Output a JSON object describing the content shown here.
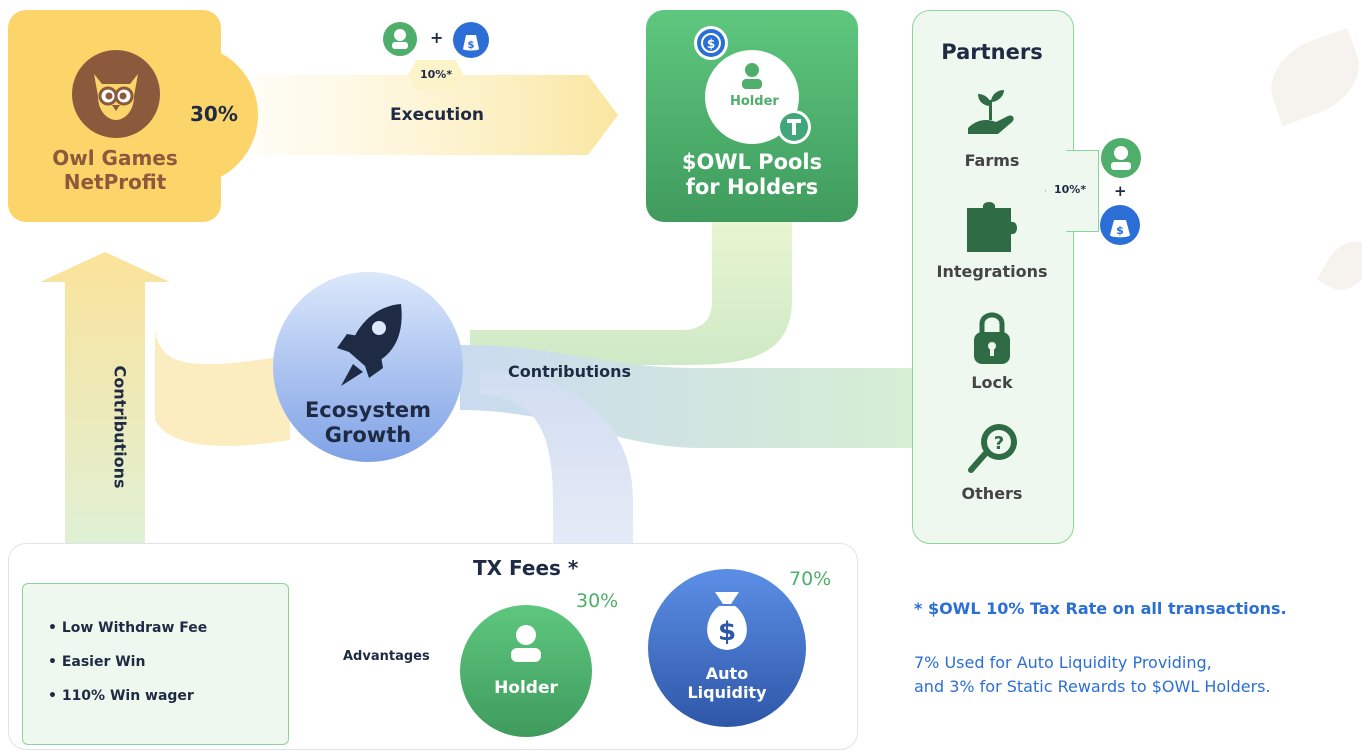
{
  "owl_card": {
    "line1": "Owl Games",
    "line2": "NetProfit",
    "percent": "30%"
  },
  "execution": {
    "label": "Execution",
    "badge": "10%*",
    "plus": "+"
  },
  "pools": {
    "holder_label": "Holder",
    "title_line1": "$OWL Pools",
    "title_line2": "for Holders"
  },
  "partners": {
    "title": "Partners",
    "items": [
      {
        "label": "Farms",
        "icon": "hand-plant-icon"
      },
      {
        "label": "Integrations",
        "icon": "puzzle-icon"
      },
      {
        "label": "Lock",
        "icon": "padlock-icon"
      },
      {
        "label": "Others",
        "icon": "question-search-icon"
      }
    ],
    "badge": "10%*",
    "plus": "+"
  },
  "ecosystem": {
    "line1": "Ecosystem",
    "line2": "Growth",
    "contributions_right": "Contributions",
    "contributions_left": "Contributions"
  },
  "tx": {
    "title": "TX Fees *",
    "holder_percent": "30%",
    "holder_label": "Holder",
    "auto_percent": "70%",
    "auto_line1": "Auto",
    "auto_line2": "Liquidity",
    "advantages": "Advantages"
  },
  "advantages_list": [
    "• Low Withdraw Fee",
    "• Easier Win",
    "• 110% Win wager"
  ],
  "note": {
    "title": "* $OWL 10% Tax Rate on all transactions.",
    "line1": "7% Used for Auto Liquidity Providing,",
    "line2": "and 3% for Static Rewards to $OWL Holders."
  },
  "colors": {
    "yellow": "#fbd56a",
    "green": "#4fae6b",
    "blue": "#2b6fd6",
    "navy": "#1f2a44"
  }
}
